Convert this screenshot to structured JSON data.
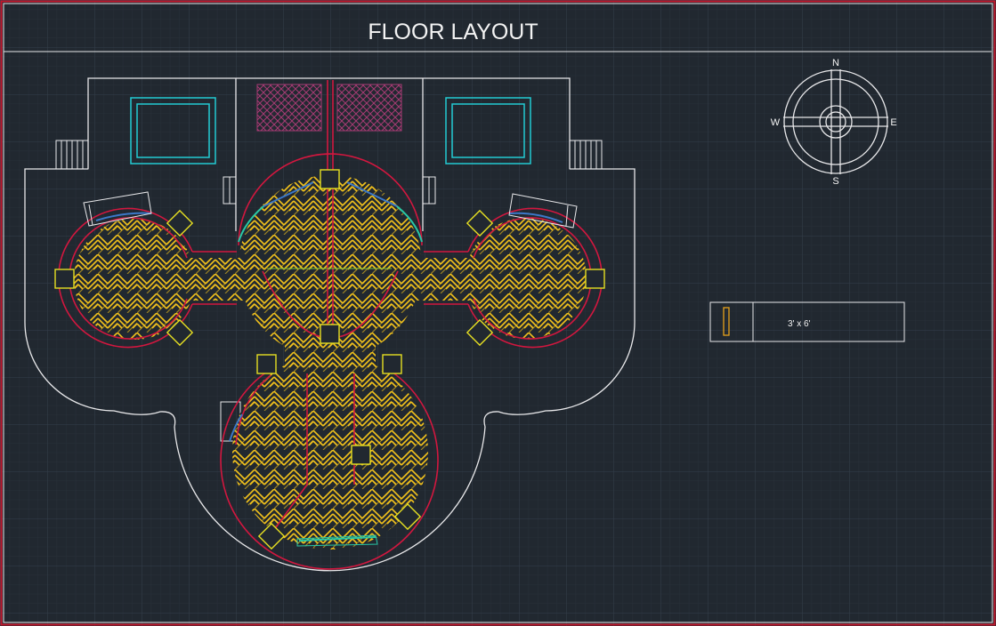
{
  "title": "FLOOR LAYOUT",
  "compass": {
    "north": "N",
    "south": "S",
    "east": "E",
    "west": "W"
  },
  "legend": {
    "tile_size": "3' x 6'"
  },
  "colors": {
    "background": "#212830",
    "grid_major": "#34404d",
    "grid_minor": "#2a323c",
    "border": "#c0182d",
    "outline": "#e8e8ea",
    "wall": "#d2173f",
    "herringbone": "#f2c21c",
    "pool": "#23cbd3",
    "crosshatch": "#a63a73",
    "window_blue": "#3c78c8",
    "window_green": "#27c9a7",
    "column": "#e6df22"
  },
  "icons": {
    "compass": "compass-rose-icon",
    "stairs": "stairs-icon",
    "column": "column-square-icon"
  }
}
